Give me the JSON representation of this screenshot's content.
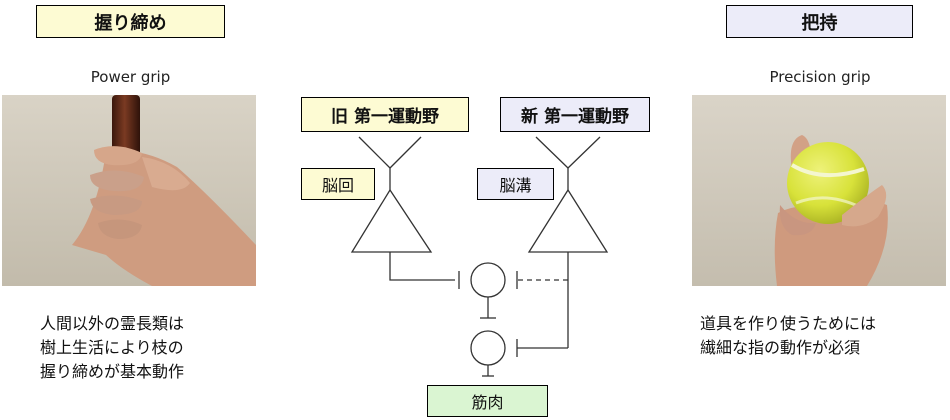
{
  "left": {
    "heading": "握り締め",
    "caption": "Power grip",
    "note_lines": [
      "人間以外の霊長類は",
      "樹上生活により枝の",
      "握り締めが基本動作"
    ]
  },
  "right": {
    "heading": "把持",
    "caption": "Precision grip",
    "note_lines": [
      "道具を作り使うためには",
      "繊細な指の動作が必須"
    ]
  },
  "diagram": {
    "old_motor": "旧 第一運動野",
    "new_motor": "新 第一運動野",
    "gyrus": "脳回",
    "sulcus": "脳溝",
    "muscle": "筋肉"
  },
  "colors": {
    "yellow_box": "#fdfbd3",
    "lavender_box": "#ececf9",
    "green_box": "#daf5d2",
    "photo_wall": "#d3cdbf",
    "ball": "#d8e23a"
  }
}
